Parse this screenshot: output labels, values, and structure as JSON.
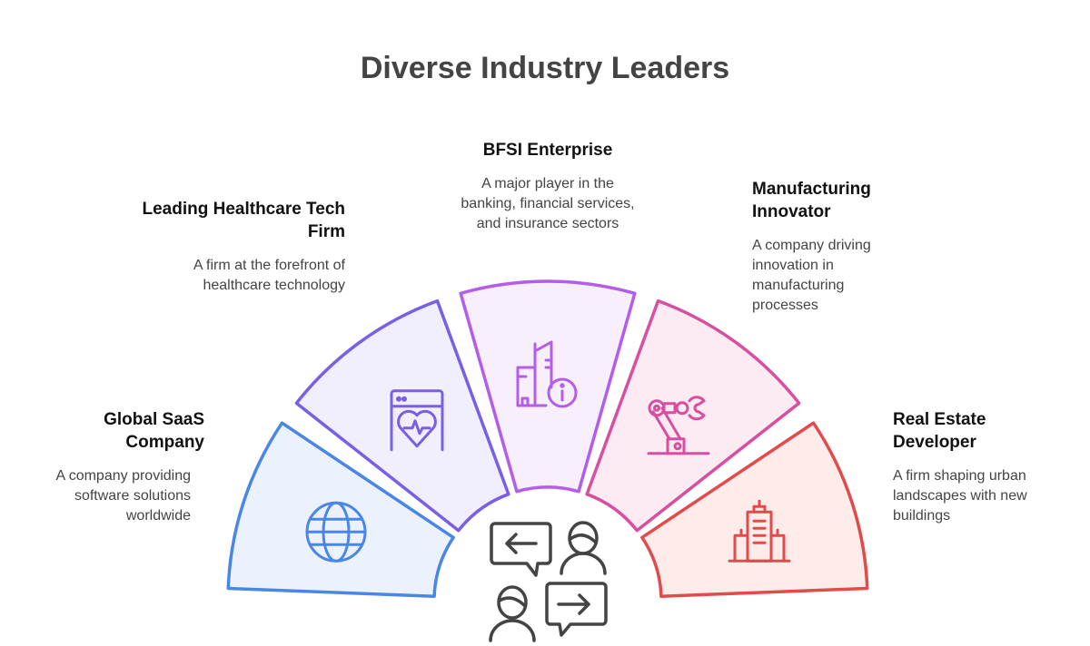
{
  "title": "Diverse Industry Leaders",
  "segments": [
    {
      "heading": "Global SaaS Company",
      "desc": "A company providing software solutions worldwide",
      "icon": "globe-icon",
      "stroke": "#4a86e8",
      "fill": "#ecf2fd"
    },
    {
      "heading": "Leading Healthcare Tech Firm",
      "desc": "A firm at the forefront of healthcare technology",
      "icon": "heart-monitor-icon",
      "stroke": "#7a5fe6",
      "fill": "#f1effd"
    },
    {
      "heading": "BFSI Enterprise",
      "desc": "A major player in the banking, financial services, and insurance sectors",
      "icon": "bank-building-info-icon",
      "stroke": "#b35de8",
      "fill": "#f8effd"
    },
    {
      "heading": "Manufacturing Innovator",
      "desc": "A company driving innovation in manufacturing processes",
      "icon": "robot-arm-icon",
      "stroke": "#d6509f",
      "fill": "#fdebf4"
    },
    {
      "heading": "Real Estate Developer",
      "desc": "A firm shaping urban landscapes with new buildings",
      "icon": "city-building-icon",
      "stroke": "#e24b4b",
      "fill": "#fdecea"
    }
  ],
  "center_icon": "people-conversation-icon"
}
